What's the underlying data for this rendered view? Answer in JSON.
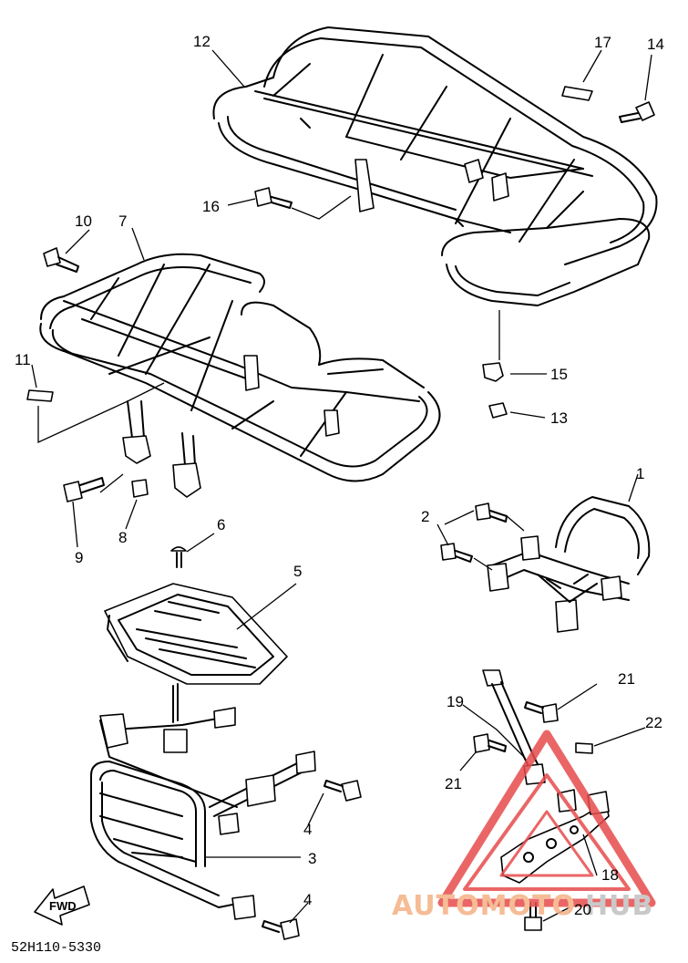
{
  "diagram": {
    "part_code": "52H110-5330",
    "fwd_label": "FWD",
    "callouts": [
      "1",
      "2",
      "3",
      "4",
      "4",
      "5",
      "6",
      "7",
      "8",
      "9",
      "10",
      "11",
      "12",
      "13",
      "14",
      "15",
      "16",
      "17",
      "18",
      "19",
      "20",
      "21",
      "21",
      "22"
    ]
  },
  "watermark": {
    "text_a": "AUTOMOTO",
    "text_b": "HUB",
    "color_a": "#f4b183",
    "color_b": "#c0c0c0",
    "triangle_color": "#e74c4c"
  }
}
